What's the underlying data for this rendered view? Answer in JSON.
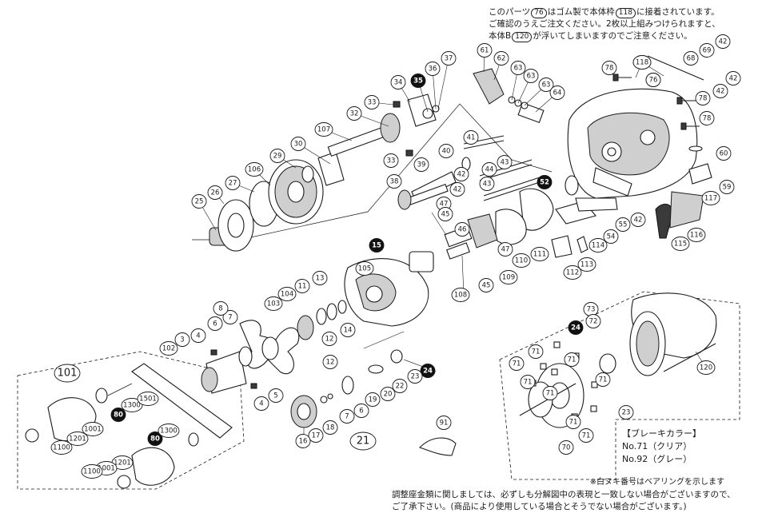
{
  "notes": {
    "top": [
      [
        "このパーツ",
        "76",
        "はゴム製で本体枠",
        "118",
        "に接着されています。"
      ],
      [
        "ご確認のうえご注文ください。2枚以上組みつけられますと、"
      ],
      [
        "本体B",
        "120",
        "が浮いてしまいますのでご注意ください。"
      ]
    ],
    "bearing": "※白ヌキ番号はベアリングを示します",
    "bottom_line1": "調整座金類に関しましては、必ずしも分解図中の表現と一致しない場合がございますので、",
    "bottom_line2": "ご了承下さい。(商品により使用している場合とそうでない場合がございます。)"
  },
  "brake_colors": {
    "title": "【ブレーキカラー】",
    "items": [
      "No.71（クリア）",
      "No.92（グレー）"
    ]
  },
  "group_labels": [
    "101",
    "21"
  ],
  "callouts": [
    {
      "label": "76",
      "filled": false
    },
    {
      "label": "118",
      "filled": false
    },
    {
      "label": "120",
      "filled": false
    },
    {
      "label": "35",
      "filled": true
    },
    {
      "label": "36",
      "filled": false
    },
    {
      "label": "37",
      "filled": false
    },
    {
      "label": "34",
      "filled": false
    },
    {
      "label": "33",
      "filled": false
    },
    {
      "label": "32",
      "filled": false
    },
    {
      "label": "107",
      "filled": false
    },
    {
      "label": "30",
      "filled": false
    },
    {
      "label": "29",
      "filled": false
    },
    {
      "label": "106",
      "filled": false
    },
    {
      "label": "27",
      "filled": false
    },
    {
      "label": "26",
      "filled": false
    },
    {
      "label": "25",
      "filled": false
    },
    {
      "label": "33",
      "filled": false
    },
    {
      "label": "39",
      "filled": false
    },
    {
      "label": "38",
      "filled": false
    },
    {
      "label": "40",
      "filled": false
    },
    {
      "label": "41",
      "filled": false
    },
    {
      "label": "42",
      "filled": false
    },
    {
      "label": "43",
      "filled": false
    },
    {
      "label": "43",
      "filled": false
    },
    {
      "label": "42",
      "filled": false
    },
    {
      "label": "61",
      "filled": false
    },
    {
      "label": "62",
      "filled": false
    },
    {
      "label": "63",
      "filled": false
    },
    {
      "label": "63",
      "filled": false
    },
    {
      "label": "63",
      "filled": false
    },
    {
      "label": "64",
      "filled": false
    },
    {
      "label": "78",
      "filled": false
    },
    {
      "label": "118",
      "filled": false
    },
    {
      "label": "76",
      "filled": false
    },
    {
      "label": "68",
      "filled": false
    },
    {
      "label": "69",
      "filled": false
    },
    {
      "label": "42",
      "filled": false
    },
    {
      "label": "42",
      "filled": false
    },
    {
      "label": "42",
      "filled": false
    },
    {
      "label": "78",
      "filled": false
    },
    {
      "label": "78",
      "filled": false
    },
    {
      "label": "60",
      "filled": false
    },
    {
      "label": "59",
      "filled": false
    },
    {
      "label": "117",
      "filled": false
    },
    {
      "label": "52",
      "filled": true
    },
    {
      "label": "47",
      "filled": false
    },
    {
      "label": "45",
      "filled": false
    },
    {
      "label": "46",
      "filled": false
    },
    {
      "label": "44",
      "filled": false
    },
    {
      "label": "47",
      "filled": false
    },
    {
      "label": "110",
      "filled": false
    },
    {
      "label": "111",
      "filled": false
    },
    {
      "label": "108",
      "filled": false
    },
    {
      "label": "45",
      "filled": false
    },
    {
      "label": "109",
      "filled": false
    },
    {
      "label": "54",
      "filled": false
    },
    {
      "label": "55",
      "filled": false
    },
    {
      "label": "114",
      "filled": false
    },
    {
      "label": "42",
      "filled": false
    },
    {
      "label": "116",
      "filled": false
    },
    {
      "label": "115",
      "filled": false
    },
    {
      "label": "113",
      "filled": false
    },
    {
      "label": "112",
      "filled": false
    },
    {
      "label": "15",
      "filled": true
    },
    {
      "label": "105",
      "filled": false
    },
    {
      "label": "13",
      "filled": false
    },
    {
      "label": "11",
      "filled": false
    },
    {
      "label": "104",
      "filled": false
    },
    {
      "label": "103",
      "filled": false
    },
    {
      "label": "14",
      "filled": false
    },
    {
      "label": "12",
      "filled": false
    },
    {
      "label": "12",
      "filled": false
    },
    {
      "label": "7",
      "filled": false
    },
    {
      "label": "8",
      "filled": false
    },
    {
      "label": "6",
      "filled": false
    },
    {
      "label": "4",
      "filled": false
    },
    {
      "label": "3",
      "filled": false
    },
    {
      "label": "102",
      "filled": false
    },
    {
      "label": "5",
      "filled": false
    },
    {
      "label": "4",
      "filled": false
    },
    {
      "label": "24",
      "filled": true
    },
    {
      "label": "23",
      "filled": false
    },
    {
      "label": "22",
      "filled": false
    },
    {
      "label": "20",
      "filled": false
    },
    {
      "label": "19",
      "filled": false
    },
    {
      "label": "6",
      "filled": false
    },
    {
      "label": "7",
      "filled": false
    },
    {
      "label": "18",
      "filled": false
    },
    {
      "label": "17",
      "filled": false
    },
    {
      "label": "16",
      "filled": false
    },
    {
      "label": "80",
      "filled": true
    },
    {
      "label": "1300",
      "filled": false
    },
    {
      "label": "1501",
      "filled": false
    },
    {
      "label": "1001",
      "filled": false
    },
    {
      "label": "1201",
      "filled": false
    },
    {
      "label": "1100",
      "filled": false
    },
    {
      "label": "80",
      "filled": true
    },
    {
      "label": "1300",
      "filled": false
    },
    {
      "label": "1201",
      "filled": false
    },
    {
      "label": "1001",
      "filled": false
    },
    {
      "label": "1100",
      "filled": false
    },
    {
      "label": "91",
      "filled": false
    },
    {
      "label": "73",
      "filled": false
    },
    {
      "label": "72",
      "filled": false
    },
    {
      "label": "24",
      "filled": true
    },
    {
      "label": "71",
      "filled": false
    },
    {
      "label": "71",
      "filled": false
    },
    {
      "label": "71",
      "filled": false
    },
    {
      "label": "71",
      "filled": false
    },
    {
      "label": "71",
      "filled": false
    },
    {
      "label": "71",
      "filled": false
    },
    {
      "label": "71",
      "filled": false
    },
    {
      "label": "71",
      "filled": false
    },
    {
      "label": "70",
      "filled": false
    },
    {
      "label": "23",
      "filled": false
    }
  ]
}
